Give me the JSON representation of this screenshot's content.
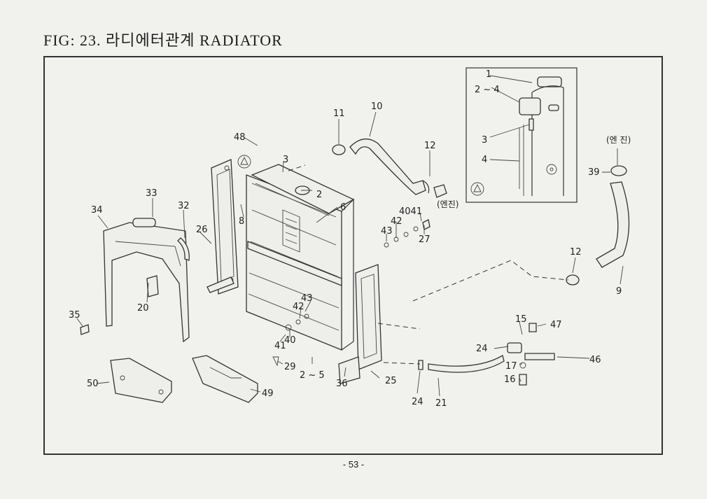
{
  "header": {
    "title": "FIG: 23. 라디에터관계 RADIATOR"
  },
  "footer": {
    "page": "- 53 -"
  },
  "diagram": {
    "engine_label_a": "(엔진)",
    "engine_label_b": "(엔 진)",
    "inset_callouts": {
      "c1": "1",
      "c2_4": "2 ~ 4",
      "c3": "3",
      "c4": "4"
    },
    "callouts": {
      "p48": "48",
      "p3": "3",
      "p2": "2",
      "p6": "6",
      "p8": "8",
      "p11": "11",
      "p10": "10",
      "p12a": "12",
      "p12b": "12",
      "p33": "33",
      "p32": "32",
      "p34": "34",
      "p26": "26",
      "p20": "20",
      "p35": "35",
      "p4041": "4041",
      "p42a": "42",
      "p43a": "43",
      "p27": "27",
      "p43b": "43",
      "p42b": "42",
      "p40": "40",
      "p41": "41",
      "p29": "29",
      "p2_5": "2 ~ 5",
      "p36": "36",
      "p25": "25",
      "p50": "50",
      "p49": "49",
      "p39": "39",
      "p9": "9",
      "p15": "15",
      "p47": "47",
      "p24a": "24",
      "p46": "46",
      "p17": "17",
      "p16": "16",
      "p24b": "24",
      "p21": "21"
    }
  }
}
